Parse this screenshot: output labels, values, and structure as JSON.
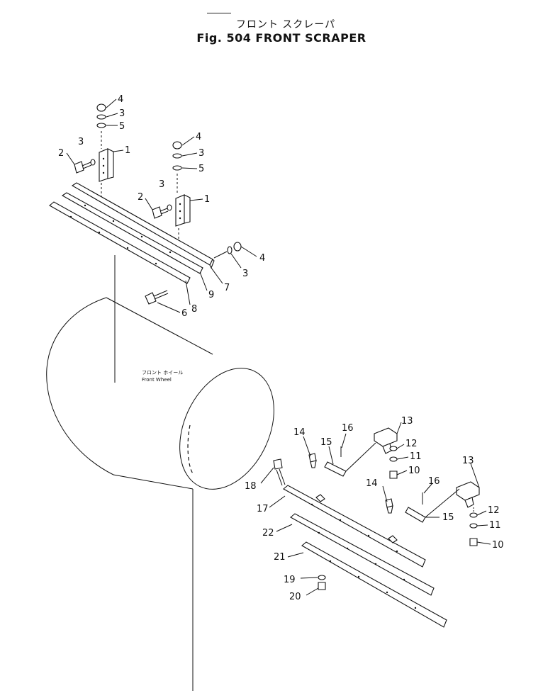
{
  "title": {
    "japanese": "フロント スクレーパ",
    "english": "Fig. 504  FRONT  SCRAPER"
  },
  "wheel_label": {
    "japanese": "フロント ホイール",
    "english": "Front Wheel"
  },
  "callouts": {
    "c1a": "1",
    "c1b": "1",
    "c2a": "2",
    "c2b": "2",
    "c3a": "3",
    "c3b": "3",
    "c3c": "3",
    "c3d": "3",
    "c3e": "3",
    "c4a": "4",
    "c4b": "4",
    "c4c": "4",
    "c5a": "5",
    "c5b": "5",
    "c6": "6",
    "c7": "7",
    "c8": "8",
    "c9": "9",
    "c10a": "10",
    "c10b": "10",
    "c11a": "11",
    "c11b": "11",
    "c12a": "12",
    "c12b": "12",
    "c13a": "13",
    "c13b": "13",
    "c14a": "14",
    "c14b": "14",
    "c15a": "15",
    "c15b": "15",
    "c16a": "16",
    "c16b": "16",
    "c17": "17",
    "c18": "18",
    "c19": "19",
    "c20": "20",
    "c21": "21",
    "c22": "22"
  }
}
